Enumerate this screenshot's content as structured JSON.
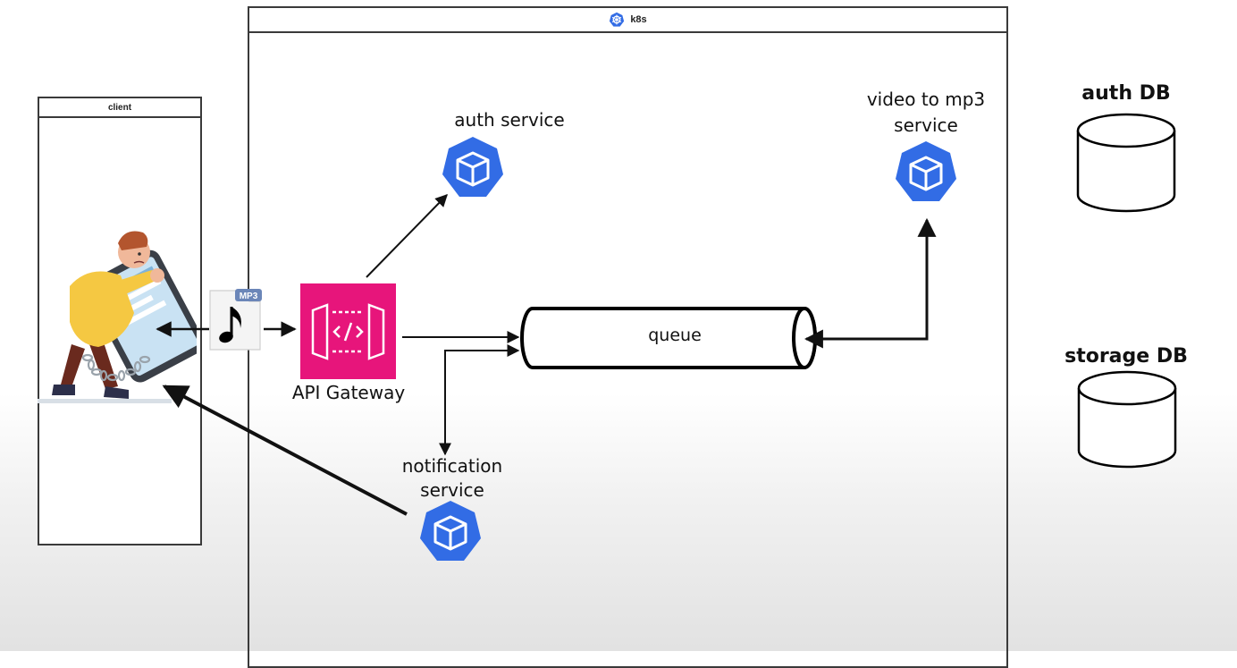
{
  "k8s_frame": {
    "title": "k8s",
    "icon": "kubernetes-icon"
  },
  "client_frame": {
    "title": "client",
    "illustration": "chained-person-phone-illustration"
  },
  "nodes": {
    "auth_service": {
      "label": "auth service",
      "icon": "kubernetes-pod-icon"
    },
    "converter_service": {
      "label_line1": "video to mp3",
      "label_line2": "service",
      "icon": "kubernetes-pod-icon"
    },
    "notification_service": {
      "label_line1": "notification",
      "label_line2": "service",
      "icon": "kubernetes-pod-icon"
    },
    "api_gateway": {
      "label": "API Gateway",
      "icon": "api-gateway-icon"
    },
    "queue": {
      "label": "queue"
    },
    "auth_db": {
      "label": "auth DB"
    },
    "storage_db": {
      "label": "storage DB"
    },
    "mp3_file": {
      "badge": "MP3",
      "icon": "music-note-icon"
    }
  },
  "colors": {
    "k8s_blue": "#326ce5",
    "gateway_pink": "#e7157b",
    "line": "#111111"
  }
}
